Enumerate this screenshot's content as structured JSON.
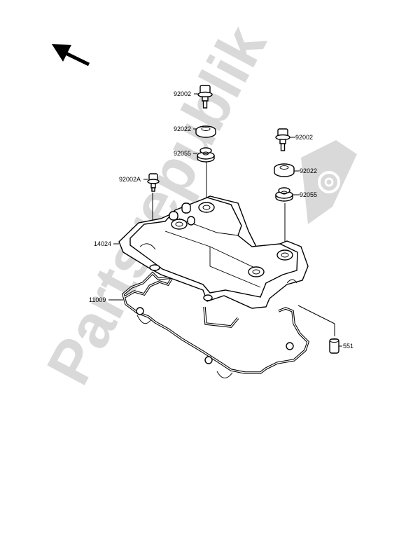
{
  "diagram": {
    "type": "exploded-parts-diagram",
    "subject": "cylinder head cover",
    "watermark": "Partsrepublik",
    "direction_arrow": "front-arrow-up-left",
    "colors": {
      "line": "#000000",
      "background": "#ffffff",
      "watermark": "#d9d9d9"
    },
    "parts": [
      {
        "id": "p1",
        "number": "92002",
        "name": "bolt"
      },
      {
        "id": "p2",
        "number": "92022",
        "name": "washer"
      },
      {
        "id": "p3",
        "number": "92055",
        "name": "grommet"
      },
      {
        "id": "p4",
        "number": "92002",
        "name": "bolt"
      },
      {
        "id": "p5",
        "number": "92022",
        "name": "washer"
      },
      {
        "id": "p6",
        "number": "92055",
        "name": "grommet"
      },
      {
        "id": "p7",
        "number": "92002A",
        "name": "bolt"
      },
      {
        "id": "p8",
        "number": "14024",
        "name": "cylinder head cover"
      },
      {
        "id": "p9",
        "number": "11009",
        "name": "gasket"
      },
      {
        "id": "p10",
        "number": "551",
        "name": "dowel pin"
      }
    ]
  }
}
